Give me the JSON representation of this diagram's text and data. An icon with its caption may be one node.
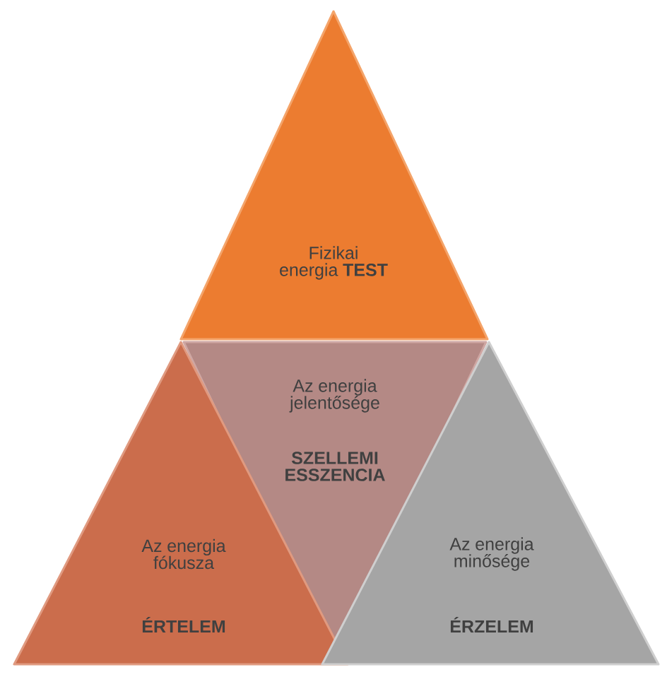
{
  "diagram": {
    "nodes": [
      {
        "text": [
          "Fizikai energia **TEST**"
        ]
      },
      {
        "text": [
          "Az energia jelentősége",
          "SZELLEMI ESSZENCIA"
        ]
      },
      {
        "text": [
          "Az energia fókusza",
          "ÉRTELEM"
        ]
      },
      {
        "text": [
          "Az energia minősége",
          "ÉRZELEM"
        ]
      }
    ]
  }
}
